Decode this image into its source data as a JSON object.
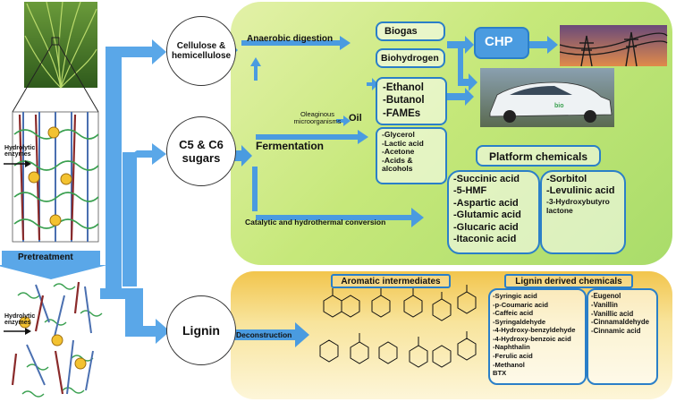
{
  "left": {
    "hydrolytic_top": "Hydrolytic enzymes",
    "hydrolytic_bottom": "Hydrolytic enzymes",
    "pretreatment": "Pretreatment"
  },
  "circles": {
    "cellulose": "Cellulose & hemicellulose",
    "sugars": "C5 & C6 sugars",
    "lignin": "Lignin"
  },
  "top_panel": {
    "anaerobic_digestion": "Anaerobic digestion",
    "biogas": "Biogas",
    "biohydrogen": "Biohydrogen",
    "chp": "CHP",
    "oleaginous": "Oleaginous microorganisms",
    "oil": "Oil",
    "fermentation": "Fermentation",
    "fuels": [
      "-Ethanol",
      "-Butanol",
      "-FAMEs"
    ],
    "ferm_products": [
      "-Glycerol",
      "-Lactic acid",
      "-Acetone",
      "-Acids & alcohols"
    ],
    "platform_title": "Platform chemicals",
    "platform_left": [
      "-Succinic acid",
      "-5-HMF",
      "-Aspartic acid",
      "-Glutamic acid",
      "-Glucaric acid",
      "-Itaconic acid"
    ],
    "platform_right": [
      "-Sorbitol",
      "-Levulinic acid",
      "-3-Hydroxybutyro lactone"
    ],
    "catalytic": "Catalytic and hydrothermal conversion"
  },
  "bottom_panel": {
    "deconstruction": "Deconstruction",
    "aromatic_title": "Aromatic intermediates",
    "lignin_chem_title": "Lignin derived chemicals",
    "lignin_left": [
      "-Syringic acid",
      "-p-Coumaric acid",
      "-Caffeic acid",
      "-Syringaldehyde",
      "-4-Hydroxy-benzyldehyde",
      "-4-Hydroxy-benzoic acid",
      "-Naphthalin",
      "-Ferulic acid",
      "-Methanol",
      "BTX"
    ],
    "lignin_right": [
      "-Eugenol",
      "-Vanillin",
      "-Vanillic acid",
      "-Cinnamaldehyde",
      "-Cinnamic acid"
    ]
  },
  "colors": {
    "arrow": "#4a9be0",
    "box_border": "#2a7fc8",
    "chp": "#4a9be0"
  }
}
